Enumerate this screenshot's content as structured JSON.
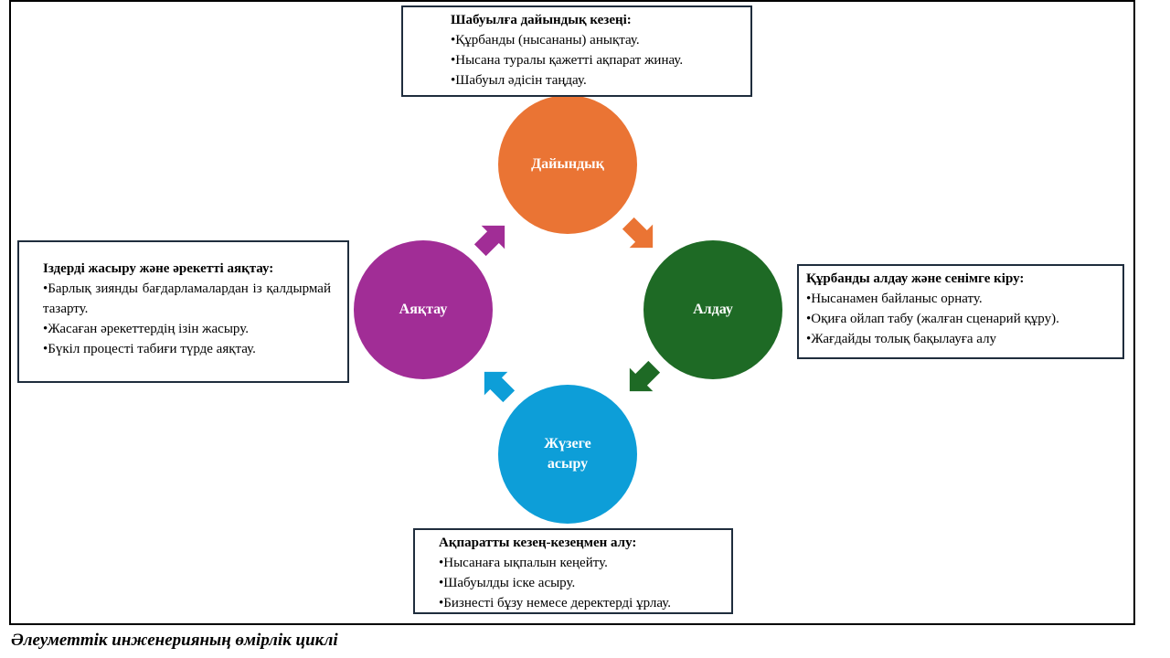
{
  "stages": [
    {
      "id": "prep",
      "label": "Дайындық",
      "color": "#ea7434"
    },
    {
      "id": "deceive",
      "label": "Алдау",
      "color": "#1e6a25"
    },
    {
      "id": "execute",
      "label": "Жүзеге асыру",
      "color": "#0d9ed8"
    },
    {
      "id": "finish",
      "label": "Аяқтау",
      "color": "#a12d96"
    }
  ],
  "boxes": {
    "prep": {
      "title": "Шабуылға дайындық кезеңі:",
      "items": [
        "Құрбанды (нысананы) анықтау.",
        "Нысана туралы қажетті ақпарат жинау.",
        "Шабуыл әдісін таңдау."
      ]
    },
    "deceive": {
      "title": "Құрбанды алдау және сенімге кіру:",
      "items": [
        "Нысанамен байланыс орнату.",
        "Оқиға ойлап табу (жалған сценарий құру).",
        "Жағдайды толық бақылауға алу"
      ]
    },
    "execute": {
      "title": "Ақпаратты кезең-кезеңмен алу:",
      "items": [
        "Нысанаға ықпалын кеңейту.",
        "Шабуылды іске асыру.",
        "Бизнесті бұзу немесе деректерді ұрлау."
      ]
    },
    "finish": {
      "title": "Іздерді жасыру және әрекетті аяқтау:",
      "items": [
        "Барлық зиянды бағдарламалардан із қалдырмай тазарту.",
        "Жасаған әрекеттердің ізін жасыру.",
        "Бүкіл процесті табиғи түрде аяқтау."
      ]
    }
  },
  "caption": "Әлеуметтік инженерияның өмірлік циклі"
}
